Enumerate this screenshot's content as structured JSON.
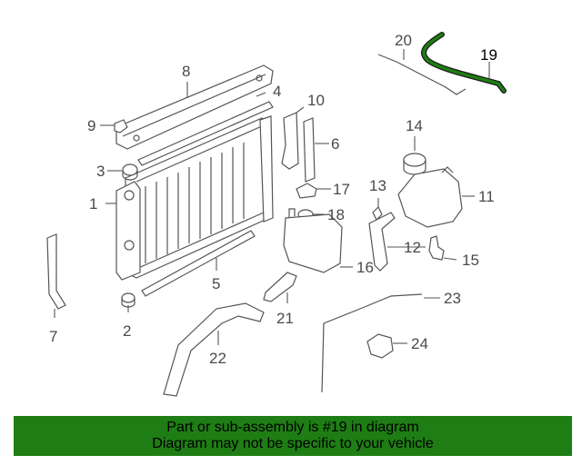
{
  "diagram": {
    "callouts": [
      "1",
      "2",
      "3",
      "4",
      "5",
      "6",
      "7",
      "8",
      "9",
      "10",
      "11",
      "12",
      "13",
      "14",
      "15",
      "16",
      "17",
      "18",
      "19",
      "20",
      "21",
      "22",
      "23",
      "24"
    ],
    "highlighted_part": "19",
    "highlight_color": "#1e7d14"
  },
  "footer": {
    "line1": "Part or sub-assembly is #19 in diagram",
    "line2": "Diagram may not be specific to your vehicle",
    "background": "#1e7d14"
  }
}
